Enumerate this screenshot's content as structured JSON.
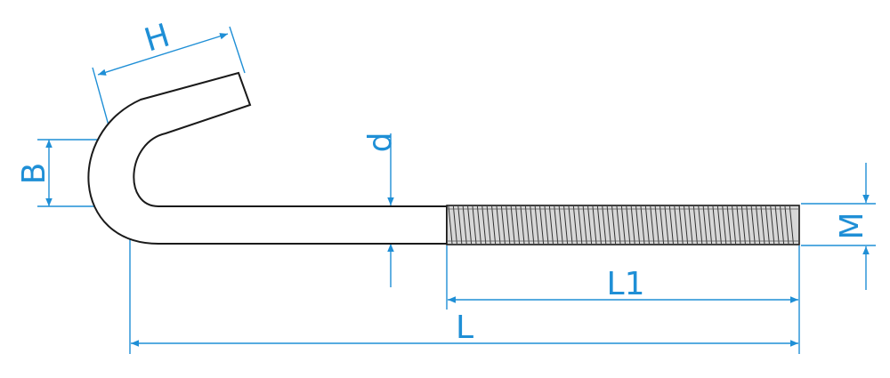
{
  "labels": {
    "H": "H",
    "B": "B",
    "d": "d",
    "M": "M",
    "L1": "L1",
    "L": "L"
  },
  "colors": {
    "outline": "#1a1a1a",
    "dimension": "#1f8fd6",
    "thread_fill": "#d8d8d8"
  }
}
